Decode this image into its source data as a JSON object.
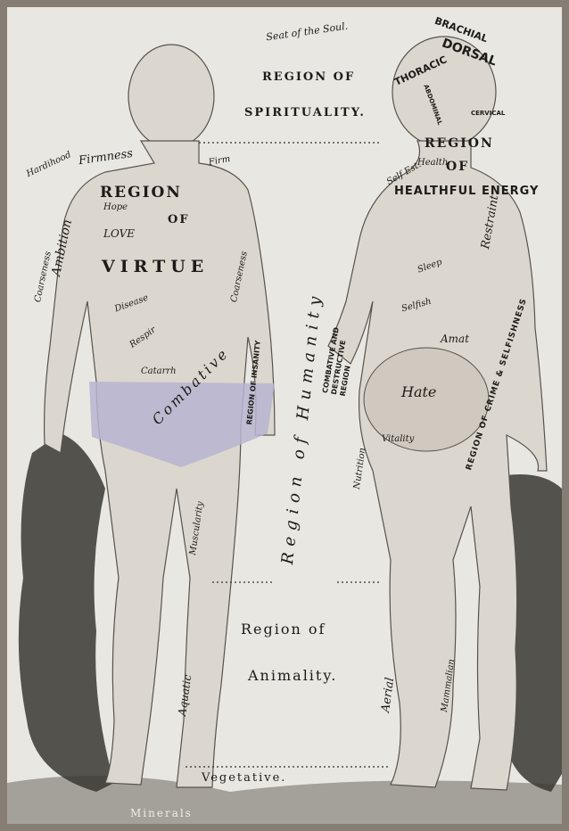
{
  "plate": {
    "top_labels": {
      "seat_of_soul": "Seat of the Soul.",
      "region_of": "REGION OF",
      "spirituality": "SPIRITUALITY."
    },
    "front_figure": {
      "firmness": "Firmness",
      "hardihood": "Hardihood",
      "region": "REGION",
      "of": "OF",
      "love": "LOVE",
      "virtue": "VIRTUE",
      "hope": "Hope",
      "ambition": "Ambition",
      "coarseness_left": "Coarseness",
      "coarseness_right": "Coarseness",
      "disease": "Disease",
      "respir": "Respir",
      "combative": "Combative",
      "catarrh": "Catarrh",
      "muscularity": "Muscularity",
      "aquatic": "Aquatic",
      "region_of_insanity": "REGION OF INSANITY",
      "firm": "Firm"
    },
    "center": {
      "region_of_humanity": "Region of Humanity",
      "region_of": "Region of",
      "animality": "Animality.",
      "vegetative": "Vegetative.",
      "minerals": "Minerals"
    },
    "back_figure": {
      "brachial": "BRACHIAL",
      "dorsal": "DORSAL",
      "thoracic": "THORACIC",
      "cervical": "CERVICAL",
      "abdominal": "ABDOMINAL",
      "region": "REGION",
      "of": "OF",
      "healthful_energy": "HEALTHFUL ENERGY",
      "health": "Health",
      "self_est": "Self Est.",
      "restraint": "Restraint",
      "combative_destructive": "COMBATIVE AND DESTRUCTIVE REGION",
      "hate": "Hate",
      "vitality": "Vitality",
      "crime_selfishness": "REGION OF CRIME & SELFISHNESS",
      "nutrition": "Nutrition",
      "aerial": "Aerial",
      "mammalian": "Mammalian",
      "selfish": "Selfish",
      "sleep": "Sleep",
      "amat": "Amat"
    }
  },
  "colors": {
    "frame": "#867d74",
    "paper": "#e9e7e2",
    "ink": "#1d1b18",
    "insanity_tint": "#b7b4d0"
  }
}
